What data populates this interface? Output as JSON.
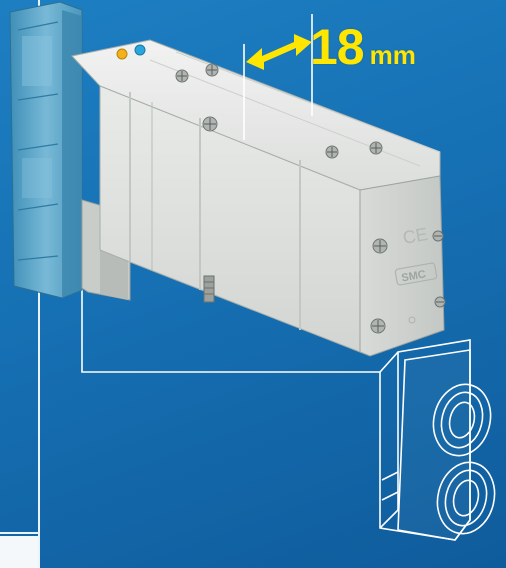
{
  "dimension_callout": {
    "value": "18",
    "unit": "mm",
    "color": "#ffe600"
  },
  "product_marks": {
    "ce_mark": "CE",
    "brand_mark": "SMC"
  },
  "colors": {
    "background": "#1670b3",
    "valve_body": "#e6e8e6",
    "solenoid_cover": "#5fa8c9",
    "outline_lines": "#ffffff"
  },
  "icons": [
    "arrow-double-icon",
    "screw-icon",
    "indicator-led-icon"
  ]
}
